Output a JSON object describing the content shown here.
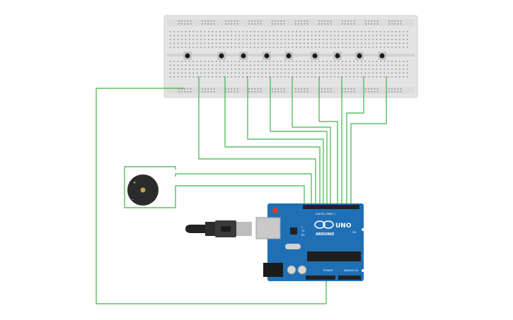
{
  "arduino": {
    "brand": "ARDUINO",
    "model": "UNO",
    "digital_label": "DIGITAL (PWM~)",
    "power_label": "POWER",
    "analog_label": "ANALOG IN",
    "led_l": "L",
    "led_tx": "TX",
    "led_rx": "RX",
    "on_label": "ON"
  },
  "colors": {
    "wire": "#3cb44b",
    "board": "#1f6fb5",
    "breadboard": "#e6e6e6",
    "buzzer": "#2a2a2a",
    "usb": "#333333"
  },
  "buttons_count": 9
}
